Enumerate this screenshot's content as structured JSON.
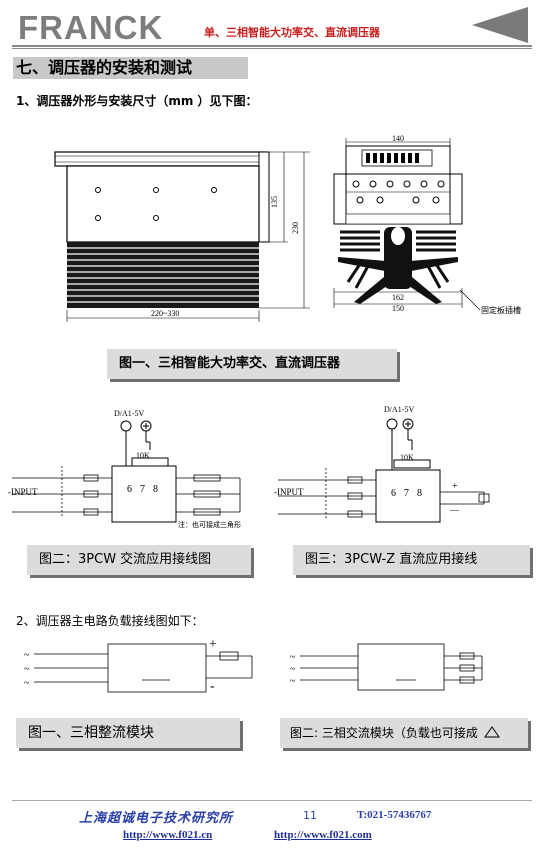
{
  "header": {
    "logo": "FRANCK",
    "title": "单、三相智能大功率交、直流调压器"
  },
  "section": {
    "title": "七、调压器的安装和测试"
  },
  "item1": "1、调压器外形与安装尺寸（mm ）见下图：",
  "drawing": {
    "dim_width_front": "220~330",
    "dim_height_inner": "135",
    "dim_height_outer": "230",
    "dim_top_side": "140",
    "dim_bottom_inner": "162",
    "dim_bottom_outer": "150",
    "mount_label": "固定板插槽"
  },
  "caption1": "图一、三相智能大功率交、直流调压器",
  "wiring": {
    "control_label": "D/A1-5V",
    "pot_label": "10K",
    "pin6": "6",
    "pin7": "7",
    "pin8": "8",
    "input_label": "-INPUT",
    "note": "注：也可接成三角形",
    "plus": "+",
    "minus": "—"
  },
  "caption2": "图二：3PCW 交流应用接线图",
  "caption3": "图三：3PCW-Z 直流应用接线",
  "item2": "2、调压器主电路负载接线图如下：",
  "module": {
    "tilde": "~",
    "plus": "+",
    "minus": "-"
  },
  "caption4": "图一、三相整流模块",
  "caption5": "图二: 三相交流模块（负载也可接成",
  "footer": {
    "institute": "上海超诚电子技术研究所",
    "page": "11",
    "tel": "T:021-57436767",
    "url1": "http://www.f021.cn",
    "url2": "http://www.f021.com"
  }
}
